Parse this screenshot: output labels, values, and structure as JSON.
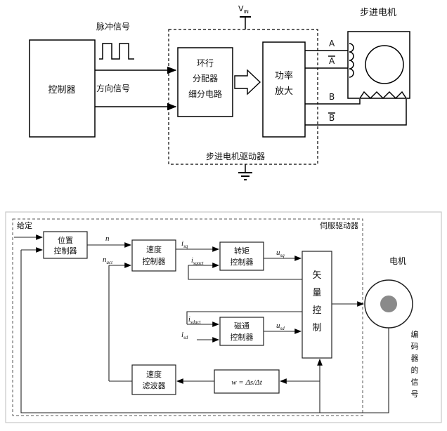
{
  "top_diagram": {
    "controller_label": "控制器",
    "pulse_signal_label": "脉冲信号",
    "direction_signal_label": "方向信号",
    "ring_box_lines": [
      "环行",
      "分配器",
      "细分电路"
    ],
    "power_box_lines": [
      "功率",
      "放大"
    ],
    "driver_box_label": "步进电机驱动器",
    "stepper_motor_label": "步进电机",
    "vin_label": {
      "base": "V",
      "sub": "IN"
    },
    "phase_labels": {
      "a": "A",
      "a_bar": "A",
      "b": "B",
      "b_bar": "B"
    }
  },
  "bottom_diagram": {
    "servo_driver_label": "伺服驱动器",
    "setpoint_label": "给定",
    "position_box_lines": [
      "位置",
      "控制器"
    ],
    "speed_box_lines": [
      "速度",
      "控制器"
    ],
    "torque_box_lines": [
      "转矩",
      "控制器"
    ],
    "flux_box_lines": [
      "磁通",
      "控制器"
    ],
    "vector_box_chars": [
      "矢",
      "量",
      "控",
      "制"
    ],
    "filter_box_lines": [
      "速度",
      "滤波器"
    ],
    "formula_label": "w = Δs/Δt",
    "motor_label": "电机",
    "encoder_chars": [
      "编",
      "码",
      "器",
      "的",
      "信",
      "号"
    ],
    "signal_labels": {
      "n": {
        "base": "n",
        "sub": ""
      },
      "n_act": {
        "base": "n",
        "sub": "act"
      },
      "i_sq": {
        "base": "i",
        "sub": "sq"
      },
      "i_sqact": {
        "base": "i",
        "sub": "sqact"
      },
      "i_sdact": {
        "base": "i",
        "sub": "sdact"
      },
      "i_sd": {
        "base": "i",
        "sub": "sd"
      },
      "u_sq": {
        "base": "u",
        "sub": "sq"
      },
      "u_sd": {
        "base": "u",
        "sub": "sd"
      }
    }
  }
}
